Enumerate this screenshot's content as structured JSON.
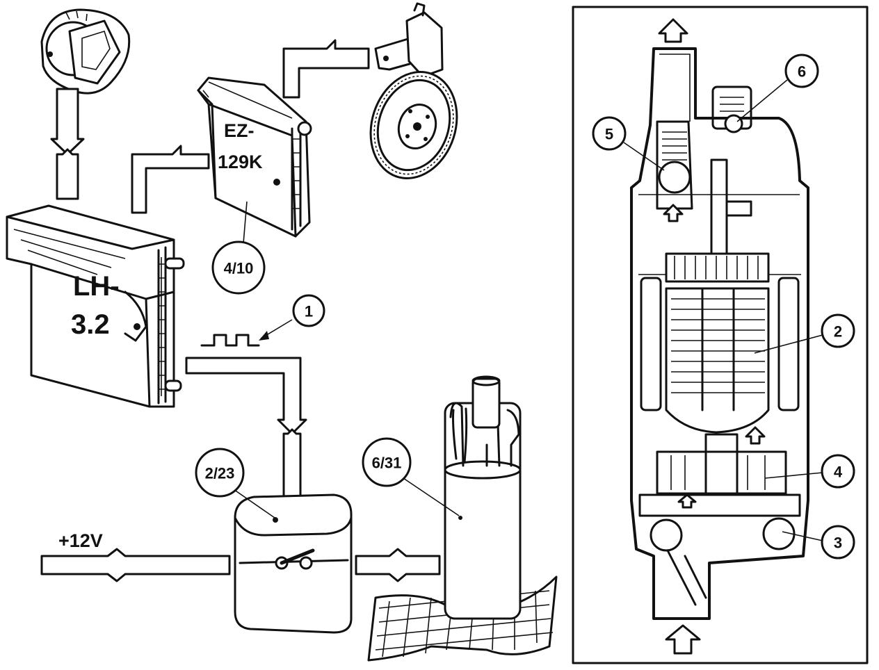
{
  "ecu_main": {
    "line1": "LH-",
    "line2": "3.2"
  },
  "ecu_ignition": {
    "line1": "EZ-",
    "line2": "129K"
  },
  "supply_label": "+12V",
  "callouts": {
    "ignition_module": "4/10",
    "signal": "1",
    "relay": "2/23",
    "fuel_pump": "6/31"
  },
  "pump_cutaway_callouts": {
    "armature": "2",
    "inlet_valve": "3",
    "pump_stage": "4",
    "check_valve": "5",
    "pressure_relief": "6"
  }
}
